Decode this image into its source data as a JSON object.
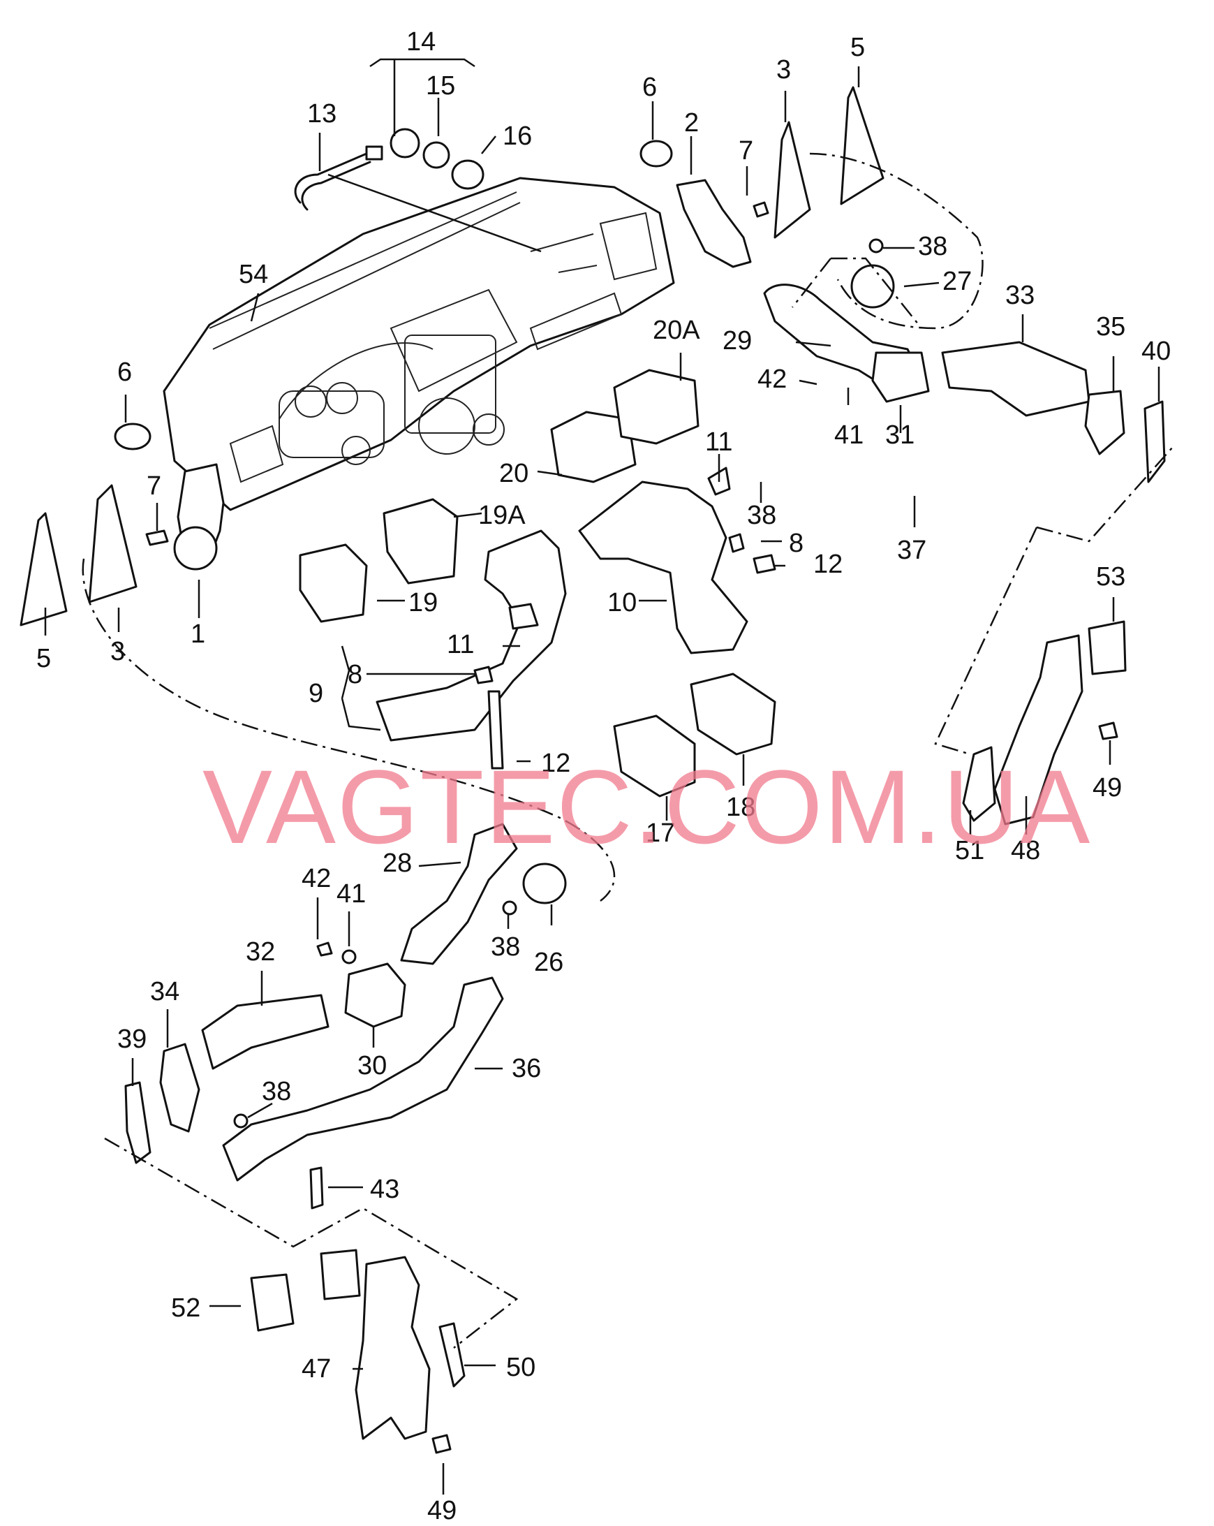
{
  "watermark": "VAGTEC.COM.UA",
  "callouts": {
    "c14": "14",
    "c15": "15",
    "c16": "16",
    "c13": "13",
    "c6a": "6",
    "c2": "2",
    "c7a": "7",
    "c3a": "3",
    "c5a": "5",
    "c38a": "38",
    "c27": "27",
    "c33": "33",
    "c29": "29",
    "c35": "35",
    "c40": "40",
    "c54": "54",
    "c20A": "20A",
    "c42a": "42",
    "c41a": "41",
    "c31": "31",
    "c6b": "6",
    "c11a": "11",
    "c20": "20",
    "c38b": "38",
    "c37": "37",
    "c7b": "7",
    "c19A": "19A",
    "c8a": "8",
    "c12a": "12",
    "c19": "19",
    "c10": "10",
    "c5b": "5",
    "c3b": "3",
    "c1": "1",
    "c53": "53",
    "c11b": "11",
    "c8b": "8",
    "c9": "9",
    "c49a": "49",
    "c12b": "12",
    "c18": "18",
    "c17": "17",
    "c51": "51",
    "c48": "48",
    "c28": "28",
    "c42b": "42",
    "c41b": "41",
    "c38c": "38",
    "c26": "26",
    "c32": "32",
    "c34": "34",
    "c39": "39",
    "c30": "30",
    "c36": "36",
    "c38d": "38",
    "c43": "43",
    "c52": "52",
    "c50": "50",
    "c47": "47",
    "c49b": "49"
  }
}
